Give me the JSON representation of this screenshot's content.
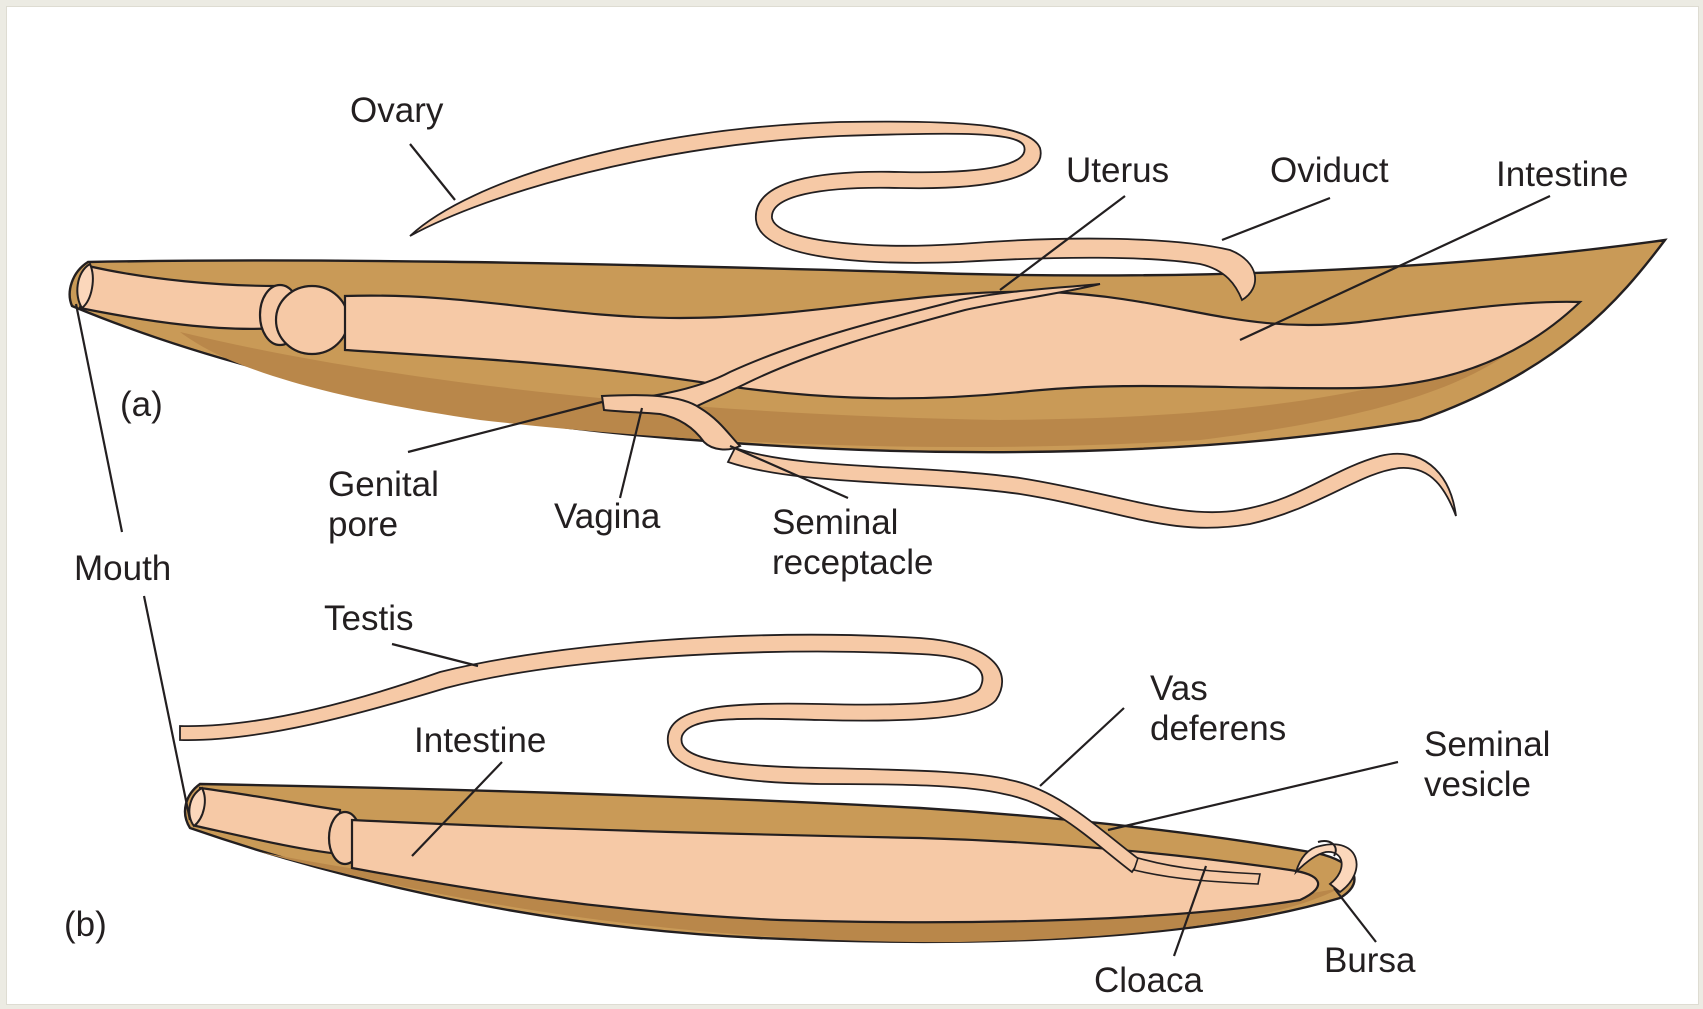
{
  "colors": {
    "background": "#ffffff",
    "frame": "#ecebe3",
    "body_wall": "#c99a57",
    "body_wall_dark": "#b9874a",
    "organ": "#f6c9a6",
    "organ_light": "#fbd7bb",
    "outline": "#231f20"
  },
  "figure_a": {
    "panel_label": "(a)",
    "labels": {
      "ovary": "Ovary",
      "uterus": "Uterus",
      "oviduct": "Oviduct",
      "intestine": "Intestine",
      "genital_pore_line1": "Genital",
      "genital_pore_line2": "pore",
      "vagina": "Vagina",
      "seminal_receptacle_line1": "Seminal",
      "seminal_receptacle_line2": "receptacle"
    }
  },
  "shared": {
    "mouth": "Mouth"
  },
  "figure_b": {
    "panel_label": "(b)",
    "labels": {
      "testis": "Testis",
      "intestine": "Intestine",
      "vas_deferens_line1": "Vas",
      "vas_deferens_line2": "deferens",
      "seminal_vesicle_line1": "Seminal",
      "seminal_vesicle_line2": "vesicle",
      "cloaca": "Cloaca",
      "bursa": "Bursa"
    }
  }
}
